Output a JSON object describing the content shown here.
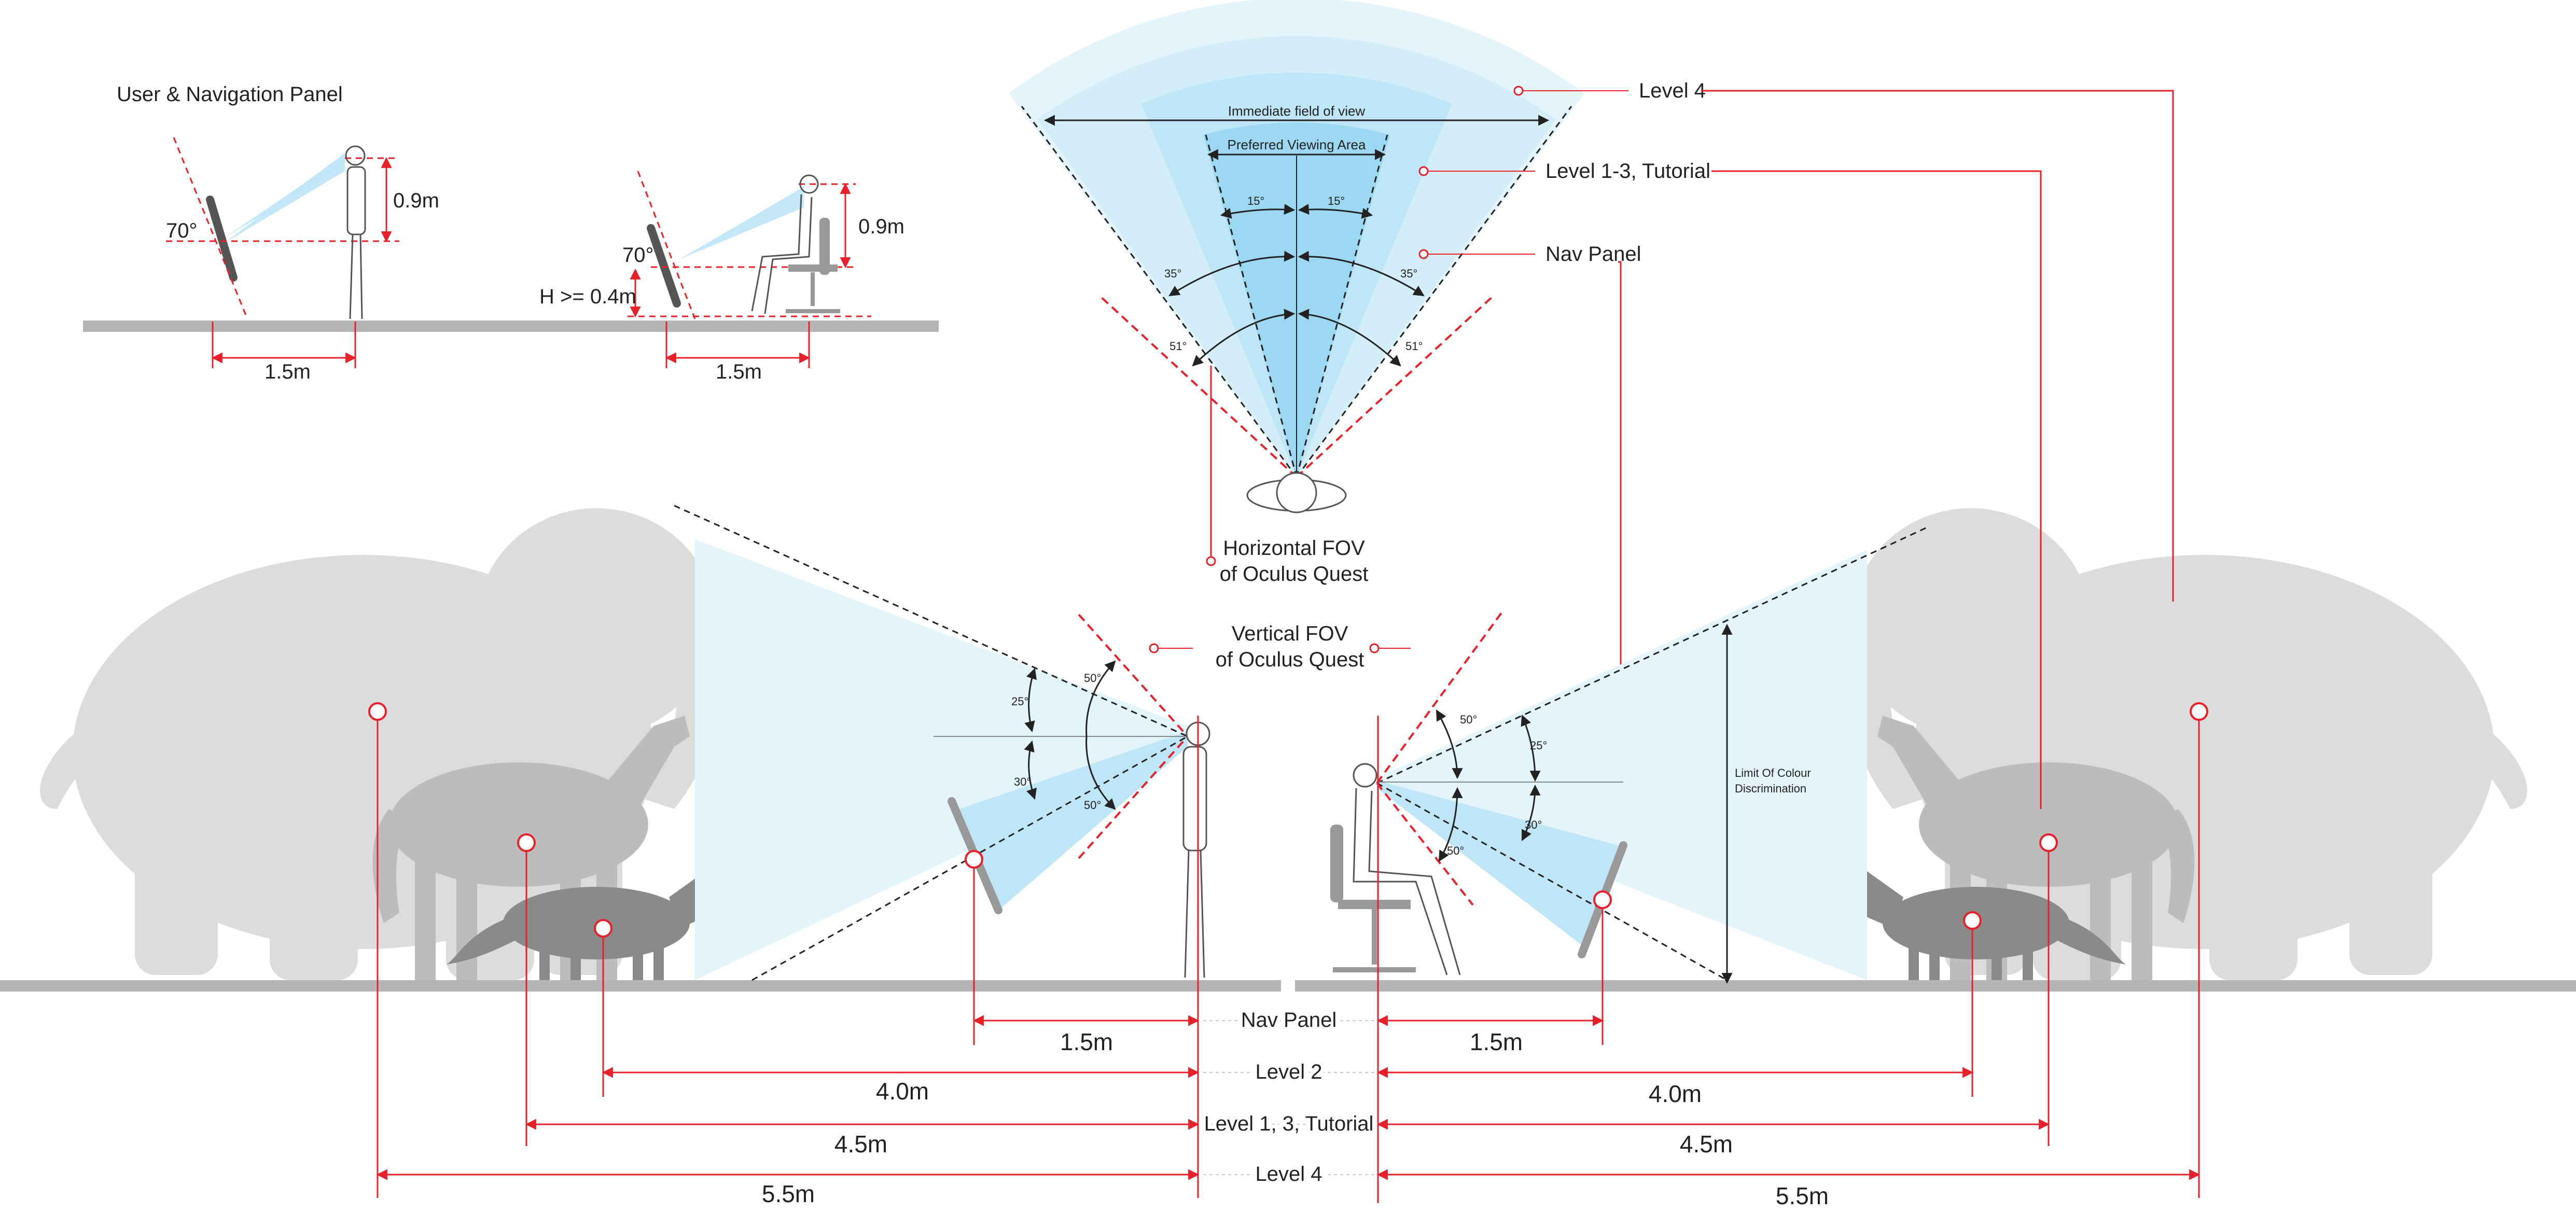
{
  "colors": {
    "accent_red": "#e8202a",
    "fov_blue": "#bfe6f7",
    "fov_blue_dark": "#8fd3ef",
    "animal_grey": "#bdbdbd",
    "elephant_grey": "#d9d9d9",
    "floor_grey": "#b5b5b5",
    "line_dark": "#222222"
  },
  "panel_title": "User & Navigation Panel",
  "standing_small": {
    "angle": "70°",
    "height": "0.9m",
    "distance": "1.5m"
  },
  "seated_small": {
    "angle": "70°",
    "height": "0.9m",
    "min_height": "H >= 0.4m",
    "distance": "1.5m"
  },
  "horizontal_fov": {
    "immediate": "Immediate field of view",
    "preferred": "Preferred Viewing Area",
    "angle_15": "15°",
    "angle_35": "35°",
    "angle_51": "51°",
    "caption_1": "Horizontal FOV",
    "caption_2": "of Oculus Quest"
  },
  "level_callouts": {
    "level4": "Level 4",
    "level13": "Level 1-3, Tutorial",
    "nav": "Nav Panel"
  },
  "vertical_fov": {
    "caption_1": "Vertical FOV",
    "caption_2": "of Oculus Quest",
    "angle_25": "25°",
    "angle_30": "30°",
    "angle_50": "50°"
  },
  "limit_label_1": "Limit Of Colour",
  "limit_label_2": "Discrimination",
  "bottom_labels": {
    "nav": "Nav Panel",
    "level2": "Level 2",
    "level13": "Level 1, 3, Tutorial",
    "level4": "Level 4"
  },
  "distances": {
    "d15": "1.5m",
    "d40": "4.0m",
    "d45": "4.5m",
    "d55": "5.5m"
  }
}
